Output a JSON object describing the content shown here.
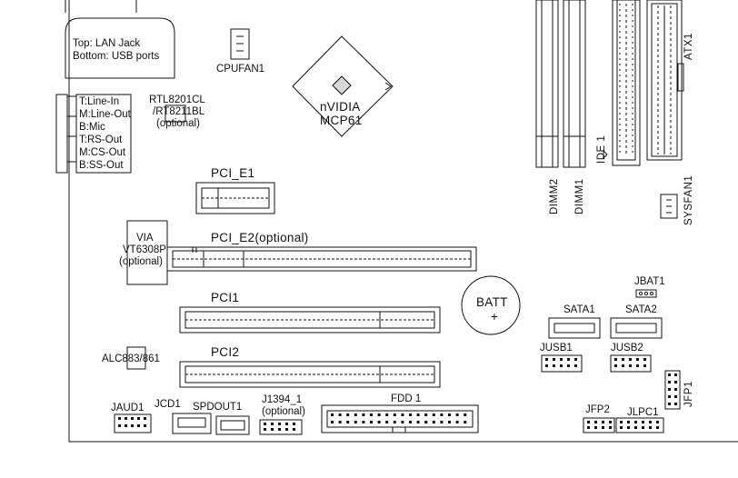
{
  "labels": {
    "lan_top": "Top: LAN Jack",
    "lan_bottom": "Bottom: USB ports",
    "audio_1": "T:Line-In",
    "audio_2": "M:Line-Out",
    "audio_3": "B:Mic",
    "audio_4": "T:RS-Out",
    "audio_5": "M:CS-Out",
    "audio_6": "B:SS-Out",
    "cpufan": "CPUFAN1",
    "lan_chip_1": "RTL8201CL",
    "lan_chip_2": "/RT8211BL",
    "lan_chip_3": "(optional)",
    "chipset_1": "nVIDIA",
    "chipset_2": "MCP61",
    "pcie1": "PCI_E1",
    "pcie2": "PCI_E2(optional)",
    "via_1": "VIA",
    "via_2": "VT6308P",
    "via_3": "(optional)",
    "pci1": "PCI1",
    "pci2": "PCI2",
    "alc": "ALC883/861",
    "batt_1": "BATT",
    "batt_2": "+",
    "jbat": "JBAT1",
    "sata1": "SATA1",
    "sata2": "SATA2",
    "jusb1": "JUSB1",
    "jusb2": "JUSB2",
    "jfp1": "JFP1",
    "jfp2": "JFP2",
    "jlpc": "JLPC1",
    "jaud": "JAUD1",
    "jcd": "JCD1",
    "spdout": "SPDOUT1",
    "j1394_1": "J1394_1",
    "j1394_2": "(optional)",
    "fdd": "FDD 1",
    "dimm2": "DIMM2",
    "dimm1": "DIMM1",
    "ide": "IDE 1",
    "atx": "ATX1",
    "sysfan": "SYSFAN1"
  },
  "colors": {
    "line": "#111111",
    "background": "#ffffff",
    "chipset_fill": "#d8d8d8"
  }
}
